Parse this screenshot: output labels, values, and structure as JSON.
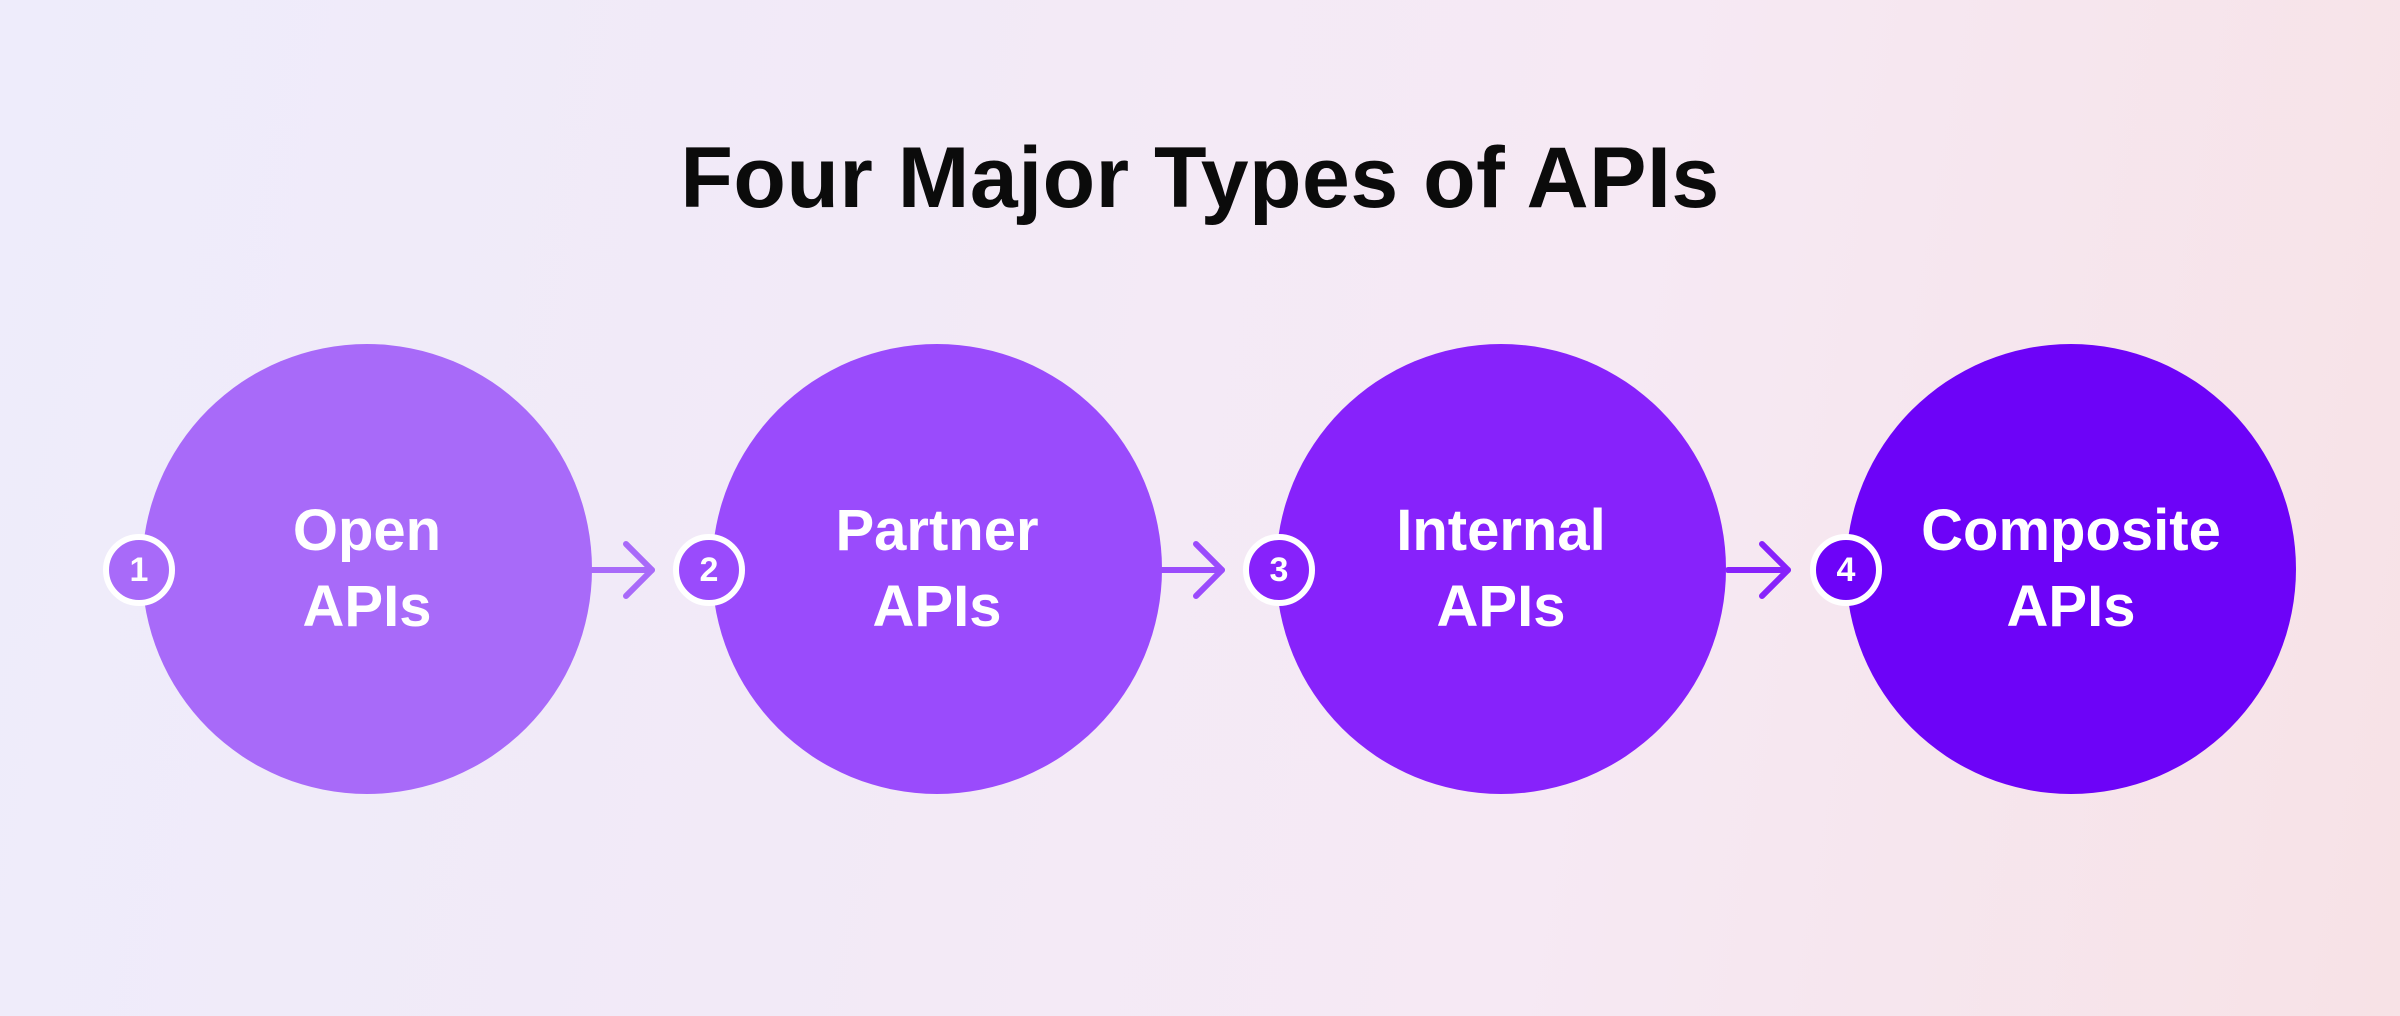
{
  "title": "Four Major Types of APIs",
  "steps": [
    {
      "number": "1",
      "line1": "Open",
      "line2": "APIs",
      "color": "#a86af9"
    },
    {
      "number": "2",
      "line1": "Partner",
      "line2": "APIs",
      "color": "#9a4bfc"
    },
    {
      "number": "3",
      "line1": "Internal",
      "line2": "APIs",
      "color": "#8722fb"
    },
    {
      "number": "4",
      "line1": "Composite",
      "line2": "APIs",
      "color": "#6d03f8"
    }
  ],
  "colors": {
    "title_text": "#0b0b0b",
    "label_text": "#ffffff"
  }
}
